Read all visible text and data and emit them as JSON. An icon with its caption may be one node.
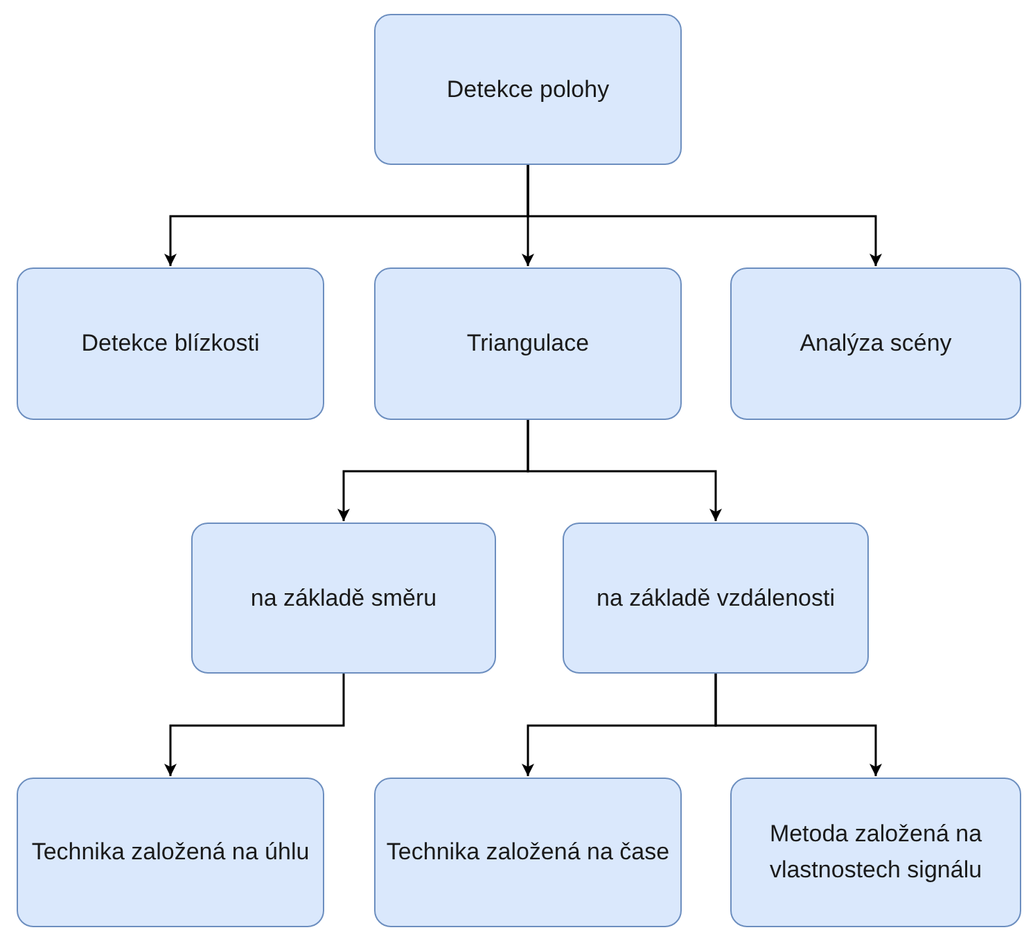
{
  "diagram": {
    "nodes": [
      {
        "text": [
          "Detekce polohy"
        ]
      },
      {
        "text": [
          "Detekce blízkosti"
        ]
      },
      {
        "text": [
          "Triangulace"
        ]
      },
      {
        "text": [
          "Analýza scény"
        ]
      },
      {
        "text": [
          "na základě směru"
        ]
      },
      {
        "text": [
          "na základě vzdálenosti"
        ]
      },
      {
        "text": [
          "Technika založená na úhlu"
        ]
      },
      {
        "text": [
          "Technika založená na čase"
        ]
      },
      {
        "text": [
          "Metoda založená na vlastnostech signálu"
        ]
      }
    ],
    "edges": [
      {
        "from": 0,
        "to": 1,
        "arrow": "to"
      },
      {
        "from": 0,
        "to": 2,
        "arrow": "to"
      },
      {
        "from": 0,
        "to": 3,
        "arrow": "to"
      },
      {
        "from": 2,
        "to": 4,
        "arrow": "to"
      },
      {
        "from": 2,
        "to": 5,
        "arrow": "to"
      },
      {
        "from": 4,
        "to": 6,
        "arrow": "to"
      },
      {
        "from": 5,
        "to": 7,
        "arrow": "to"
      },
      {
        "from": 5,
        "to": 8,
        "arrow": "to"
      }
    ]
  }
}
